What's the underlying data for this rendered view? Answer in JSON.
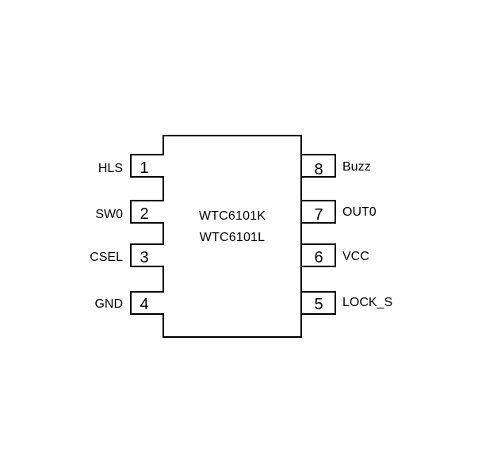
{
  "chip": {
    "part_numbers": [
      "WTC6101K",
      "WTC6101L"
    ]
  },
  "pins": {
    "left": [
      {
        "number": "1",
        "name": "HLS"
      },
      {
        "number": "2",
        "name": "SW0"
      },
      {
        "number": "3",
        "name": "CSEL"
      },
      {
        "number": "4",
        "name": "GND"
      }
    ],
    "right": [
      {
        "number": "8",
        "name": "Buzz"
      },
      {
        "number": "7",
        "name": "OUT0"
      },
      {
        "number": "6",
        "name": "VCC"
      },
      {
        "number": "5",
        "name": "LOCK_S"
      }
    ]
  }
}
